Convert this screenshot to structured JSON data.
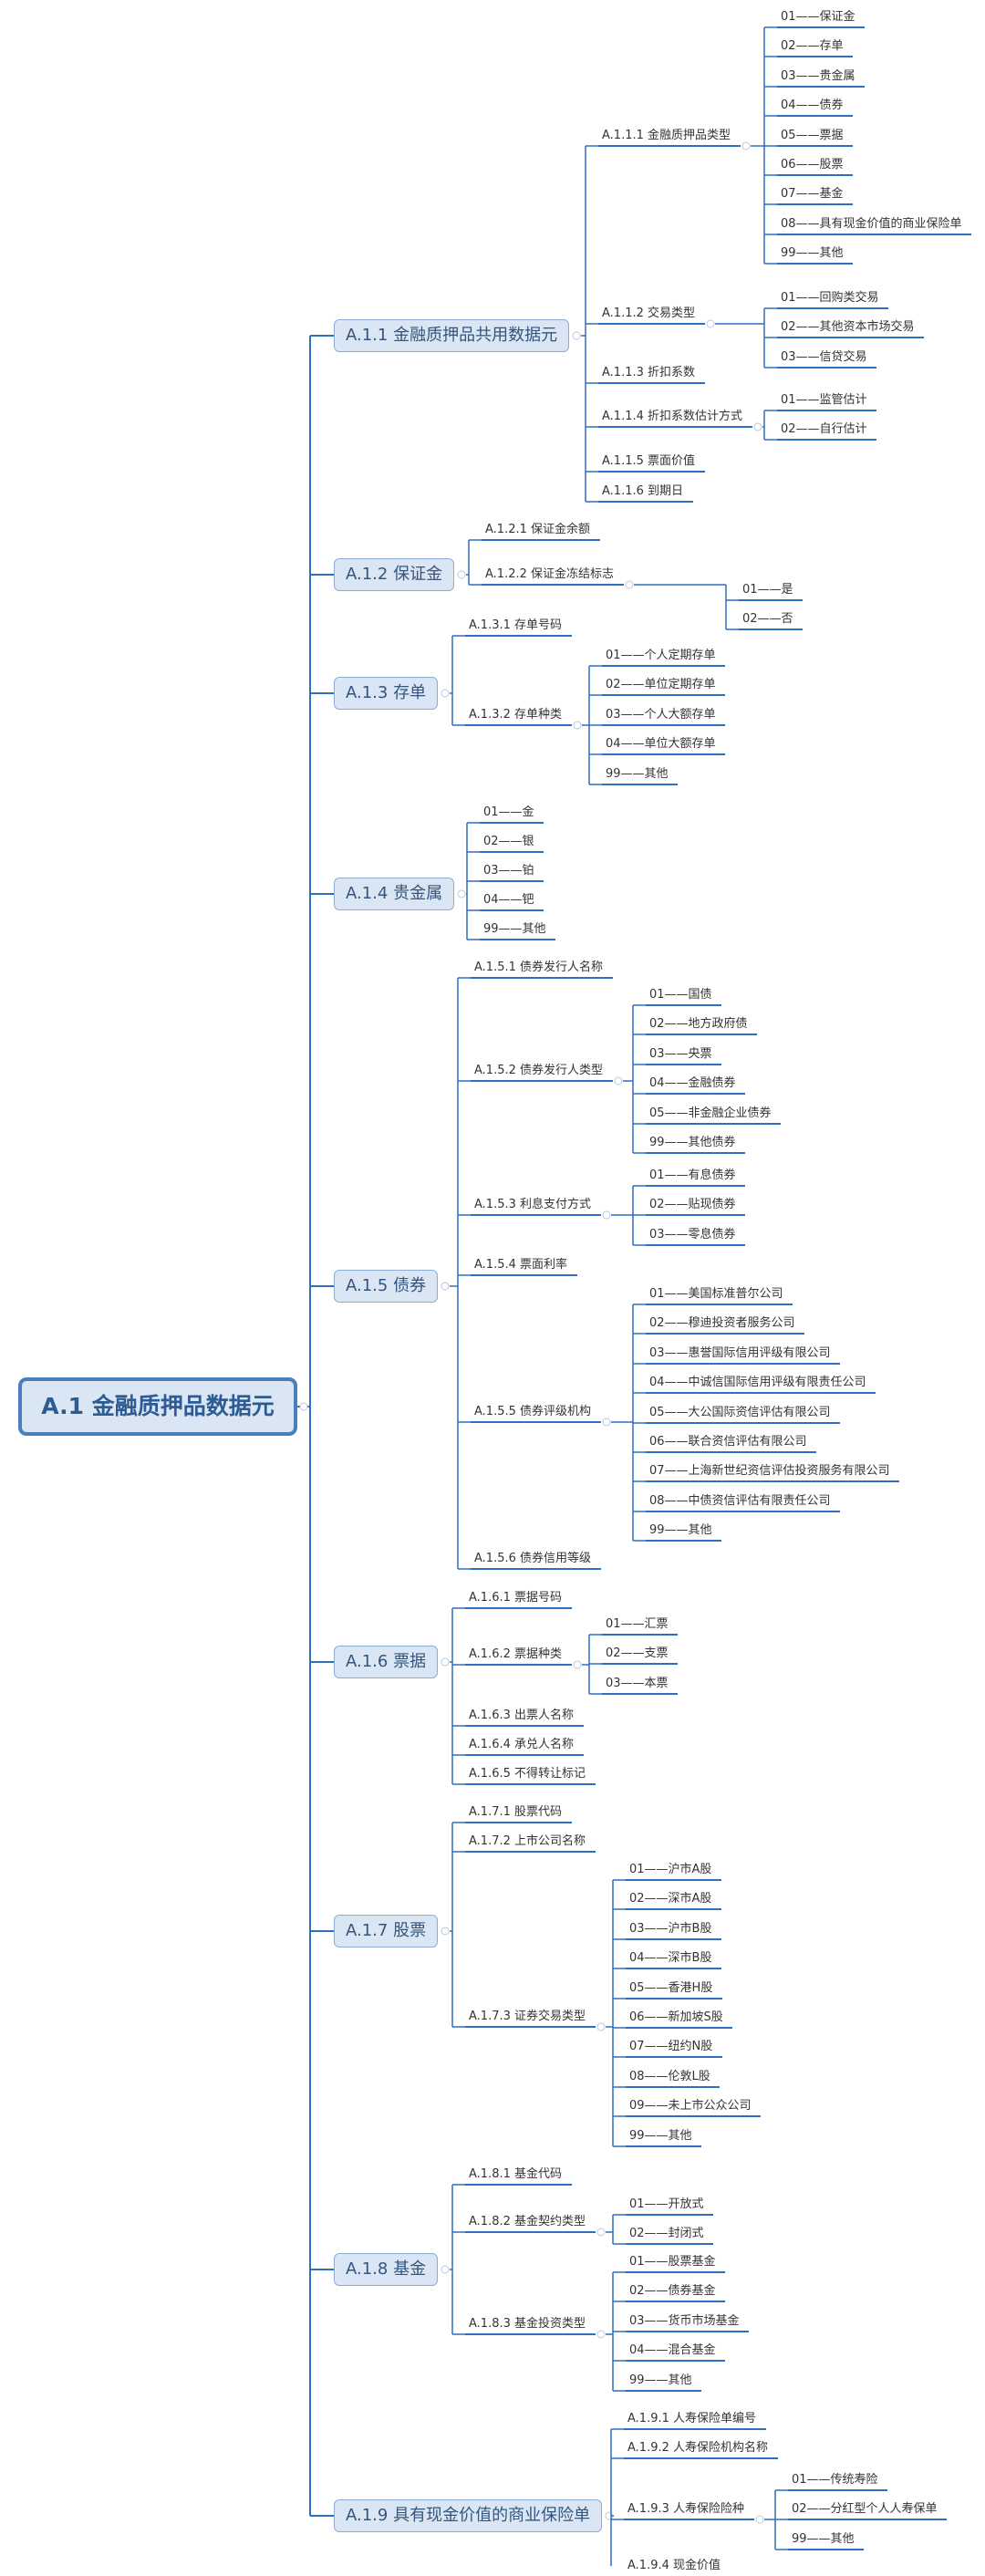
{
  "diagram": {
    "type": "mind-map",
    "colors": {
      "line": "#2f6fbf",
      "root_border": "#4a7fbd",
      "root_fill": "#dae6f4",
      "node_fill": "#dae6f4"
    },
    "root": "A.1 金融质押品数据元",
    "branches": [
      {
        "label": "A.1.1 金融质押品共用数据元",
        "children": [
          {
            "label": "A.1.1.1 金融质押品类型",
            "children": [
              "01——保证金",
              "02——存单",
              "03——贵金属",
              "04——债券",
              "05——票据",
              "06——股票",
              "07——基金",
              "08——具有现金价值的商业保险单",
              "99——其他"
            ]
          },
          {
            "label": "A.1.1.2 交易类型",
            "children": [
              "01——回购类交易",
              "02——其他资本市场交易",
              "03——信贷交易"
            ]
          },
          {
            "label": "A.1.1.3 折扣系数"
          },
          {
            "label": "A.1.1.4 折扣系数估计方式",
            "children": [
              "01——监管估计",
              "02——自行估计"
            ]
          },
          {
            "label": "A.1.1.5 票面价值"
          },
          {
            "label": "A.1.1.6 到期日"
          }
        ]
      },
      {
        "label": "A.1.2 保证金",
        "children": [
          {
            "label": "A.1.2.1 保证金余额"
          },
          {
            "label": "A.1.2.2 保证金冻结标志",
            "children": [
              "01——是",
              "02——否"
            ]
          }
        ]
      },
      {
        "label": "A.1.3 存单",
        "children": [
          {
            "label": "A.1.3.1 存单号码"
          },
          {
            "label": "A.1.3.2 存单种类",
            "children": [
              "01——个人定期存单",
              "02——单位定期存单",
              "03——个人大额存单",
              "04——单位大额存单",
              "99——其他"
            ]
          }
        ]
      },
      {
        "label": "A.1.4 贵金属",
        "children": [
          {
            "label": "01——金"
          },
          {
            "label": "02——银"
          },
          {
            "label": "03——铂"
          },
          {
            "label": "04——钯"
          },
          {
            "label": "99——其他"
          }
        ]
      },
      {
        "label": "A.1.5 债券",
        "children": [
          {
            "label": "A.1.5.1 债券发行人名称"
          },
          {
            "label": "A.1.5.2 债券发行人类型",
            "children": [
              "01——国债",
              "02——地方政府债",
              "03——央票",
              "04——金融债券",
              "05——非金融企业债券",
              "99——其他债券"
            ]
          },
          {
            "label": "A.1.5.3 利息支付方式",
            "children": [
              "01——有息债券",
              "02——贴现债券",
              "03——零息债券"
            ]
          },
          {
            "label": "A.1.5.4 票面利率"
          },
          {
            "label": "A.1.5.5 债券评级机构",
            "children": [
              "01——美国标准普尔公司",
              "02——穆迪投资者服务公司",
              "03——惠誉国际信用评级有限公司",
              "04——中诚信国际信用评级有限责任公司",
              "05——大公国际资信评估有限公司",
              "06——联合资信评估有限公司",
              "07——上海新世纪资信评估投资服务有限公司",
              "08——中债资信评估有限责任公司",
              "99——其他"
            ]
          },
          {
            "label": "A.1.5.6 债券信用等级"
          }
        ]
      },
      {
        "label": "A.1.6 票据",
        "children": [
          {
            "label": "A.1.6.1 票据号码"
          },
          {
            "label": "A.1.6.2 票据种类",
            "children": [
              "01——汇票",
              "02——支票",
              "03——本票"
            ]
          },
          {
            "label": "A.1.6.3 出票人名称"
          },
          {
            "label": "A.1.6.4 承兑人名称"
          },
          {
            "label": "A.1.6.5 不得转让标记"
          }
        ]
      },
      {
        "label": "A.1.7 股票",
        "children": [
          {
            "label": "A.1.7.1 股票代码"
          },
          {
            "label": "A.1.7.2 上市公司名称"
          },
          {
            "label": "A.1.7.3 证券交易类型",
            "children": [
              "01——沪市A股",
              "02——深市A股",
              "03——沪市B股",
              "04——深市B股",
              "05——香港H股",
              "06——新加坡S股",
              "07——纽约N股",
              "08——伦敦L股",
              "09——未上市公众公司",
              "99——其他"
            ]
          }
        ]
      },
      {
        "label": "A.1.8 基金",
        "children": [
          {
            "label": "A.1.8.1 基金代码"
          },
          {
            "label": "A.1.8.2 基金契约类型",
            "children": [
              "01——开放式",
              "02——封闭式"
            ]
          },
          {
            "label": "A.1.8.3 基金投资类型",
            "children": [
              "01——股票基金",
              "02——债券基金",
              "03——货币市场基金",
              "04——混合基金",
              "99——其他"
            ]
          }
        ]
      },
      {
        "label": "A.1.9 具有现金价值的商业保险单",
        "children": [
          {
            "label": "A.1.9.1 人寿保险单编号"
          },
          {
            "label": "A.1.9.2 人寿保险机构名称"
          },
          {
            "label": "A.1.9.3 人寿保险险种",
            "children": [
              "01——传统寿险",
              "02——分红型个人人寿保单",
              "99——其他"
            ]
          },
          {
            "label": "A.1.9.4 现金价值"
          }
        ]
      }
    ]
  }
}
